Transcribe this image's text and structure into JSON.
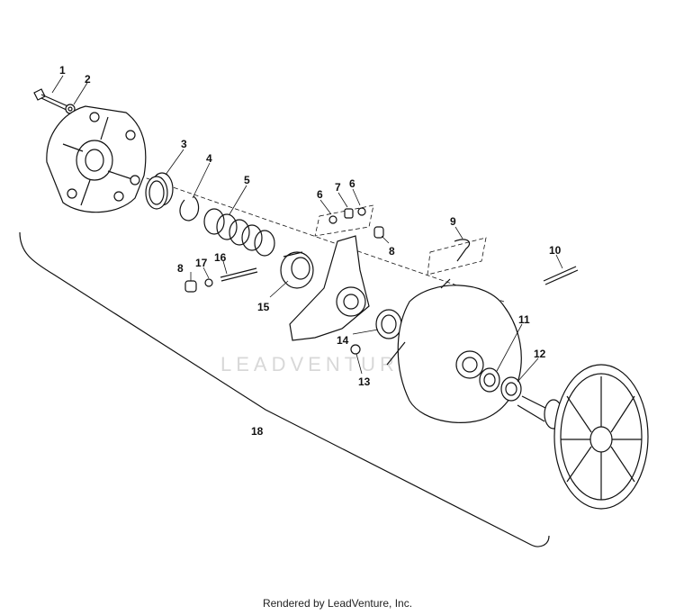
{
  "diagram": {
    "callouts": [
      "1",
      "2",
      "3",
      "4",
      "5",
      "6",
      "7",
      "6",
      "8",
      "9",
      "10",
      "8",
      "17",
      "16",
      "15",
      "14",
      "11",
      "12",
      "13",
      "18"
    ],
    "watermark": "LEADVENTURE",
    "footer": "Rendered by LeadVenture, Inc."
  }
}
